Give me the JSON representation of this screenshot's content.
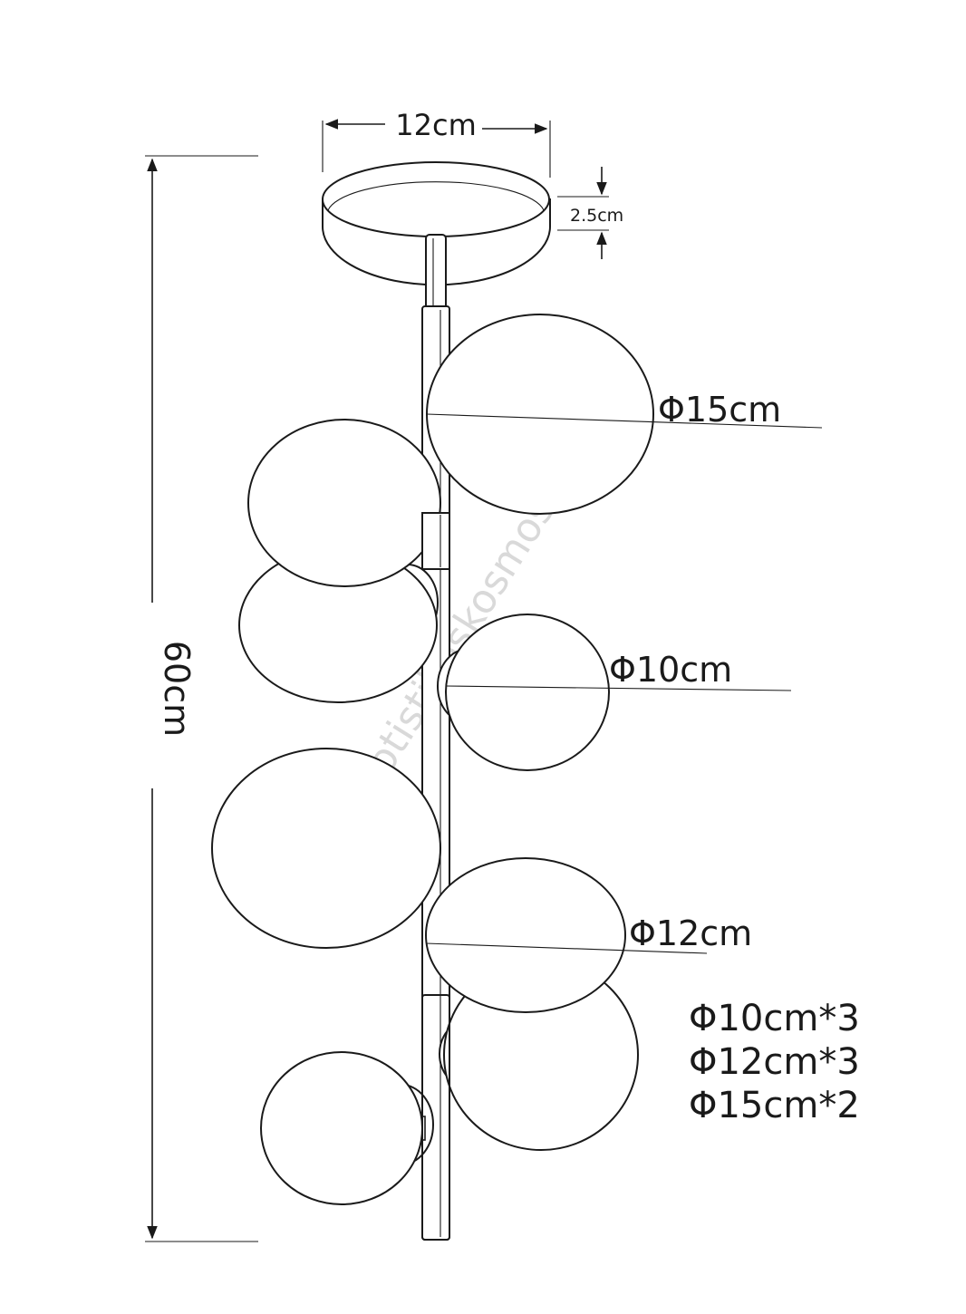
{
  "dimensions": {
    "canopy_width": "12cm",
    "canopy_height": "2.5cm",
    "total_height": "60cm"
  },
  "callouts": {
    "large_globe": "Φ15cm",
    "small_globe": "Φ10cm",
    "medium_globe": "Φ12cm"
  },
  "quantities": [
    "Φ10cm*3",
    "Φ12cm*3",
    "Φ15cm*2"
  ],
  "watermark": "fotistikoskosmos.gr",
  "colors": {
    "ink": "#1a1a1a",
    "watermark": "#d9d9d9",
    "background": "#ffffff"
  }
}
